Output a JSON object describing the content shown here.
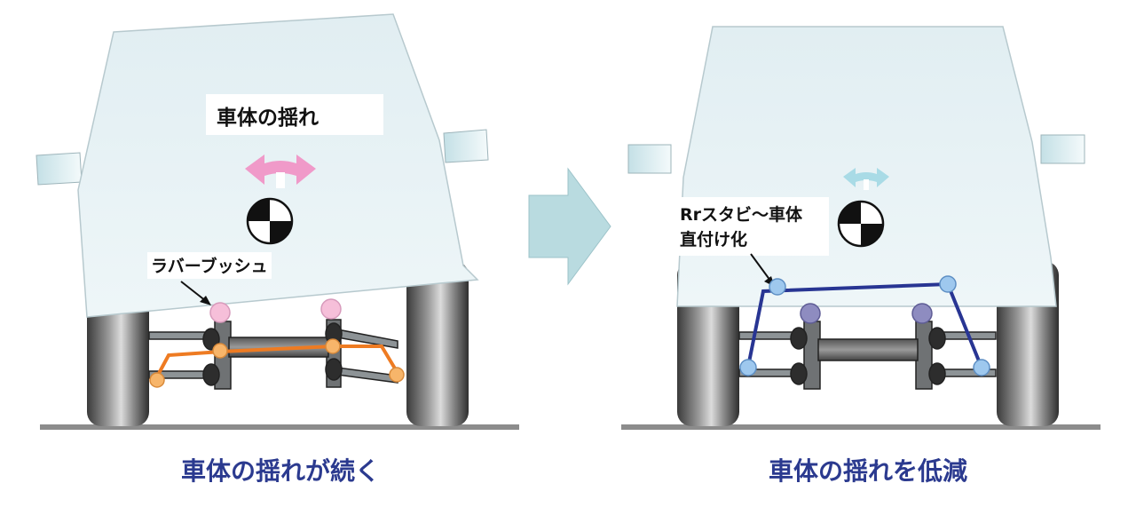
{
  "left": {
    "label_sway": "車体の揺れ",
    "label_bushing": "ラバーブッシュ",
    "caption": "車体の揺れが続く"
  },
  "right": {
    "label_direct_line1": "Rrスタビ～車体",
    "label_direct_line2": "直付け化",
    "caption": "車体の揺れを低減"
  },
  "colors": {
    "body_fill": "#e9f3f6",
    "caption": "#2b3a8f",
    "sway_arrow_strong": "#f09ac9",
    "sway_arrow_weak": "#a9dbe6",
    "stabilizer_orange": "#ee7b22",
    "stabilizer_blue": "#283593",
    "bushing_pink": "#f6bfd9",
    "bushing_orange": "#f7b56a",
    "bushing_blue": "#9ec8ee",
    "bushing_purple": "#8e8cc0",
    "transition_arrow": "#b9dbe0"
  },
  "icons": [
    "center-of-gravity-icon",
    "sway-arrow-icon",
    "transition-arrow-icon",
    "leader-arrow-icon"
  ]
}
